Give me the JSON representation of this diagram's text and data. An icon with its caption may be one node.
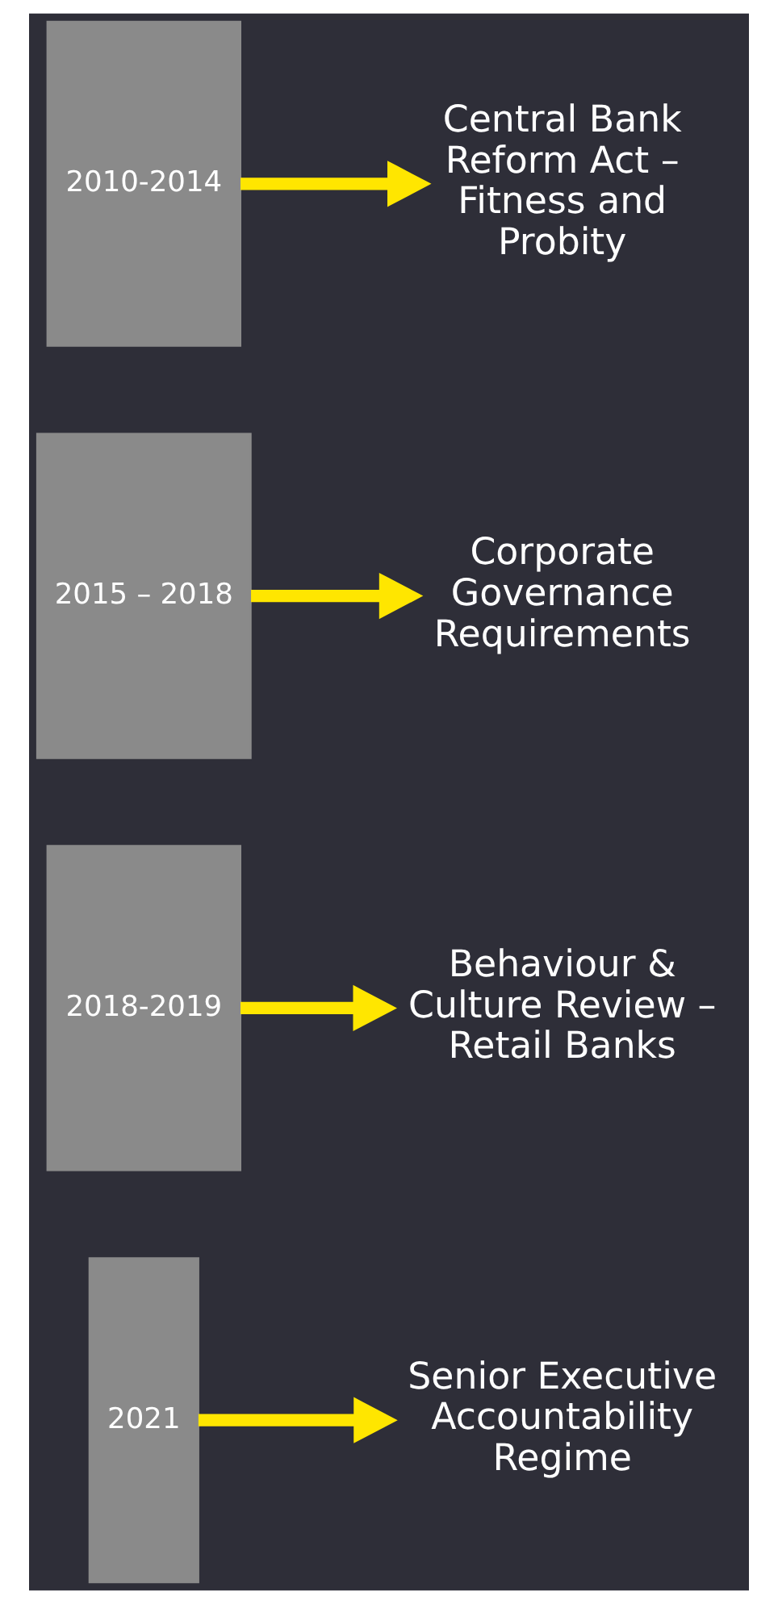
{
  "diagram": {
    "nodes": [
      {
        "text": [
          "2010-2014"
        ]
      },
      {
        "text": [
          "Central Bank Reform Act – Fitness and Probity"
        ]
      },
      {
        "text": [
          "2015 – 2018"
        ]
      },
      {
        "text": [
          "Corporate Governance Requirements"
        ]
      },
      {
        "text": [
          "2018-2019"
        ]
      },
      {
        "text": [
          "Behaviour & Culture Review – Retail Banks"
        ]
      },
      {
        "text": [
          "2021"
        ]
      },
      {
        "text": [
          "Senior Executive Accountability Regime"
        ]
      }
    ],
    "edges": [
      {
        "from": 0,
        "to": 1,
        "arrow": "to"
      },
      {
        "from": 2,
        "to": 3,
        "arrow": "to"
      },
      {
        "from": 4,
        "to": 5,
        "arrow": "to"
      },
      {
        "from": 6,
        "to": 7,
        "arrow": "to"
      }
    ]
  }
}
